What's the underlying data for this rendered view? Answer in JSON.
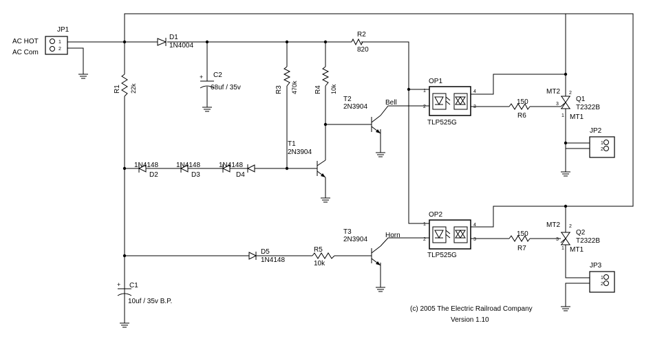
{
  "ports": {
    "ac_hot": "AC HOT",
    "ac_com": "AC Com"
  },
  "connectors": [
    {
      "ref": "JP1",
      "pins": [
        "1",
        "2"
      ]
    },
    {
      "ref": "JP2",
      "pins": [
        "1",
        "2"
      ]
    },
    {
      "ref": "JP3",
      "pins": [
        "1",
        "2"
      ]
    }
  ],
  "diodes": [
    {
      "ref": "D1",
      "value": "1N4004"
    },
    {
      "ref": "D2",
      "value": "1N4148"
    },
    {
      "ref": "D3",
      "value": "1N4148"
    },
    {
      "ref": "D4",
      "value": "1N4148"
    },
    {
      "ref": "D5",
      "value": "1N4148"
    }
  ],
  "resistors": [
    {
      "ref": "R1",
      "value": "22k"
    },
    {
      "ref": "R2",
      "value": "820"
    },
    {
      "ref": "R3",
      "value": "470k"
    },
    {
      "ref": "R4",
      "value": "10k"
    },
    {
      "ref": "R5",
      "value": "10k"
    },
    {
      "ref": "R6",
      "value": "150"
    },
    {
      "ref": "R7",
      "value": "150"
    }
  ],
  "capacitors": [
    {
      "ref": "C1",
      "value": "10uf / 35v B.P."
    },
    {
      "ref": "C2",
      "value": "68uf / 35v"
    }
  ],
  "transistors": [
    {
      "ref": "T1",
      "value": "2N3904"
    },
    {
      "ref": "T2",
      "value": "2N3904",
      "signal": "Bell"
    },
    {
      "ref": "T3",
      "value": "2N3904",
      "signal": "Horn"
    }
  ],
  "optocouplers": [
    {
      "ref": "OP1",
      "value": "TLP525G",
      "pins": [
        "1",
        "2",
        "3",
        "4"
      ]
    },
    {
      "ref": "OP2",
      "value": "TLP525G",
      "pins": [
        "1",
        "2",
        "3",
        "4"
      ]
    }
  ],
  "triacs": [
    {
      "ref": "Q1",
      "value": "T2322B",
      "mt2": "MT2",
      "mt1": "MT1",
      "pins": [
        "2",
        "3",
        "1"
      ]
    },
    {
      "ref": "Q2",
      "value": "T2322B",
      "mt2": "MT2",
      "mt1": "MT1",
      "pins": [
        "2",
        "3",
        "1"
      ]
    }
  ],
  "capacitor_polarity": "+",
  "footer": {
    "copyright": "(c) 2005  The Electric Railroad Company",
    "version": "Version 1.10"
  }
}
